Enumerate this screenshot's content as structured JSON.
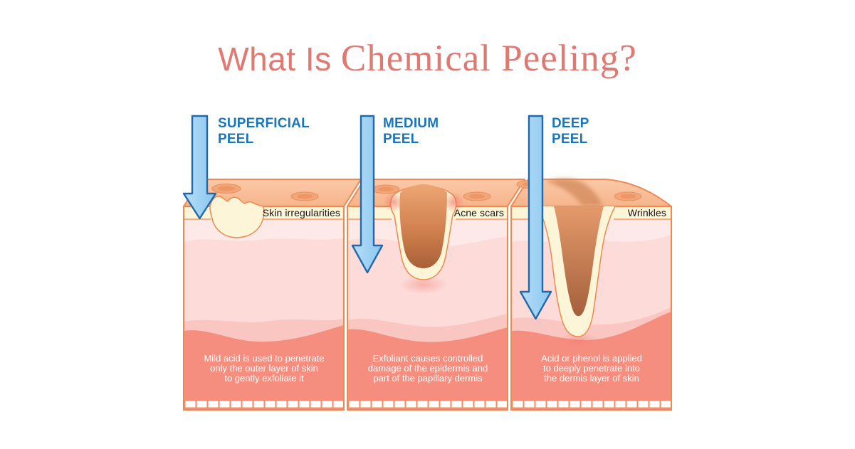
{
  "title": {
    "part1": "What Is ",
    "part2": "Chemical Peeling?"
  },
  "panels": [
    {
      "id": "superficial",
      "arrow_label": "SUPERFICIAL\nPEEL",
      "condition_label": "Skin irregularities",
      "caption": "Mild acid is used to penetrate\nonly the outer layer of skin\nto gently exfoliate it"
    },
    {
      "id": "medium",
      "arrow_label": "MEDIUM\nPEEL",
      "condition_label": "Acne scars",
      "caption": "Exfoliant causes controlled\ndamage of the epidermis and\npart of the papillary dermis"
    },
    {
      "id": "deep",
      "arrow_label": "DEEP\nPEEL",
      "condition_label": "Wrinkles",
      "caption": "Acid or phenol is applied\nto deeply penetrate into\nthe dermis layer of skin"
    }
  ],
  "colors": {
    "title_color": "#df7971",
    "peel_label_blue": "#1a76bc",
    "condition_label_color": "#141414",
    "caption_color": "#ffffff",
    "arrow_fill": "#9dd1f3",
    "arrow_border": "#2368a8",
    "skin_top": "#f9bd98",
    "skin_outline": "#ee8950",
    "epidermis_cream": "#fdf5d8",
    "dermis_light": "#fde9e8",
    "dermis_mid": "#fcdbd9",
    "dermis_deep": "#f9c6c1",
    "hypodermis_salmon": "#f68e80"
  }
}
